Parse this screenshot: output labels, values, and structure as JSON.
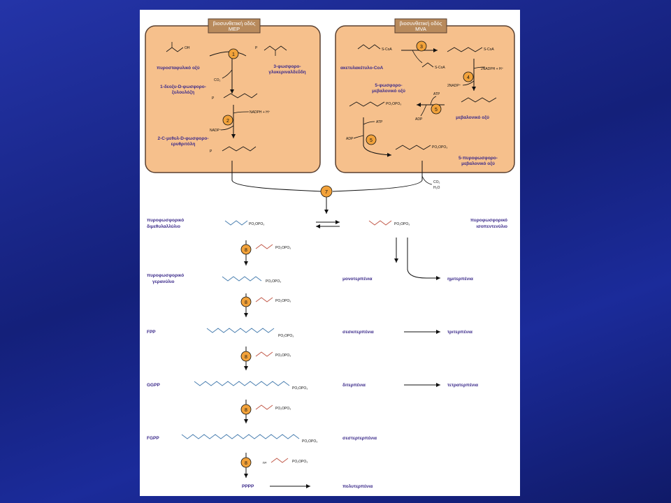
{
  "pathways": {
    "mep": {
      "title_line1": "βιοσυνθετική οδός",
      "title_line2": "MEP",
      "substrate_left": "πυροσταφυλικό οξύ",
      "substrate_right_line1": "3-φωσφορο-",
      "substrate_right_line2": "γλυκεριναλδεΰδη",
      "intermediate1_line1": "1-δεοξυ-D-φωσφορο-",
      "intermediate1_line2": "ξυλουλόζη",
      "intermediate2_line1": "2-C-μεθυλ-D-φωσφορο-",
      "intermediate2_line2": "ερυθριτόλη",
      "co2": "CO₂",
      "nadph": "NADPH + H⁺",
      "nadp": "NADP⁺",
      "steps": [
        "1",
        "2"
      ]
    },
    "mva": {
      "title_line1": "βιοσυνθετική οδός",
      "title_line2": "MVA",
      "substrate": "ακετυλακέτυλο-CoA",
      "intermediate_line1": "5-φωσφορο-",
      "intermediate_line2": "μεβαλονικό οξύ",
      "mevalonate": "μεβαλονικό οξύ",
      "product_line1": "5-πυροφωσφορο-",
      "product_line2": "μεβαλονικό οξύ",
      "scoa": "S-CoA",
      "nadph2": "2NADPH + H⁺",
      "nadp2": "2NADP⁺",
      "atp": "ATP",
      "adp": "ADP",
      "co2": "CO₂",
      "h2o": "H₂O",
      "steps": [
        "3",
        "4",
        "5",
        "5"
      ]
    }
  },
  "merge_step": "7",
  "elongation_step": "8",
  "pyrophosphate": "PO₂OPO₃",
  "nx_label": "n×",
  "rows": [
    {
      "left_line1": "πυροφωσφορικό",
      "left_line2": "διμεθυλαλλύλιο",
      "right_line1": "πυροφωσφορικό",
      "right_line2": "ισοπεντενύλιο"
    },
    {
      "left_line1": "πυροφωσφορικό",
      "left_line2": "γερανύλιο",
      "product": "μονοτερπένια",
      "product_right": "ημιτερπένια"
    },
    {
      "left_line1": "FPP",
      "product": "σεσκιτερπένια",
      "product_right": "τριτερπένια"
    },
    {
      "left_line1": "GGPP",
      "product": "διτερπένια",
      "product_right": "τετρατερπένια"
    },
    {
      "left_line1": "FGPP",
      "product": "σεστερτερπένια"
    },
    {
      "left_line1": "PPPP",
      "product": "πολυτερπένια"
    }
  ],
  "colors": {
    "slide_bg": "#1c2a8f",
    "box_fill": "#f6c08c",
    "box_stroke": "#7a5a3a",
    "step_circle": "#f2a23a",
    "title_tab": "#b88a5c",
    "label_text": "#3b2a8a",
    "structure_blue": "#4a7fb0",
    "structure_red": "#c25a4a"
  }
}
